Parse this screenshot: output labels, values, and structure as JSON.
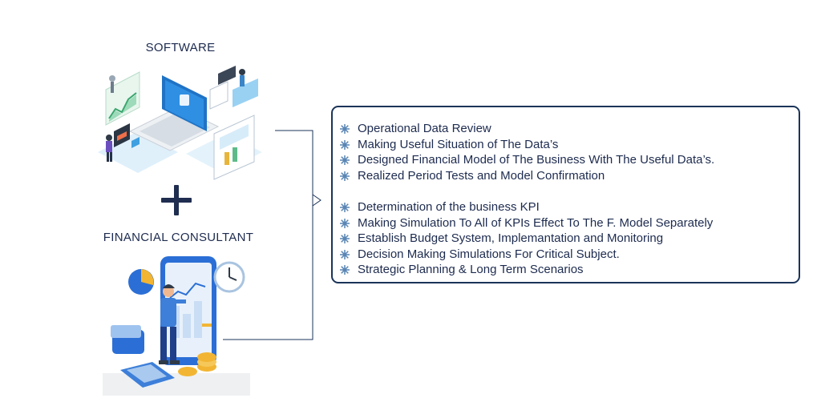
{
  "software": {
    "title": "SOFTWARE",
    "illustration_icon": "laptop-dashboard-illustration"
  },
  "plus": {
    "icon": "plus-icon"
  },
  "consultant": {
    "title": "FINANCIAL CONSULTANT",
    "illustration_icon": "consultant-chart-illustration"
  },
  "services": {
    "bullet_icon": "starburst-bullet-icon",
    "colors": {
      "border": "#1b3459",
      "bullet": "#5a86b4",
      "text": "#1d2b4f",
      "plus": "#1f2d50"
    },
    "group_1": [
      "Operational Data Review",
      "Making Useful Situation of The Data’s",
      "Designed Financial Model of The Business With The Useful Data’s.",
      "Realized Period Tests and Model Confirmation"
    ],
    "group_2": [
      "Determination of the business KPI",
      "Making Simulation To All of KPIs Effect To The F. Model Separately",
      "Establish Budget System, Implemantation and Monitoring",
      "Decision Making Simulations For Critical Subject.",
      "Strategic Planning & Long Term Scenarios"
    ]
  }
}
